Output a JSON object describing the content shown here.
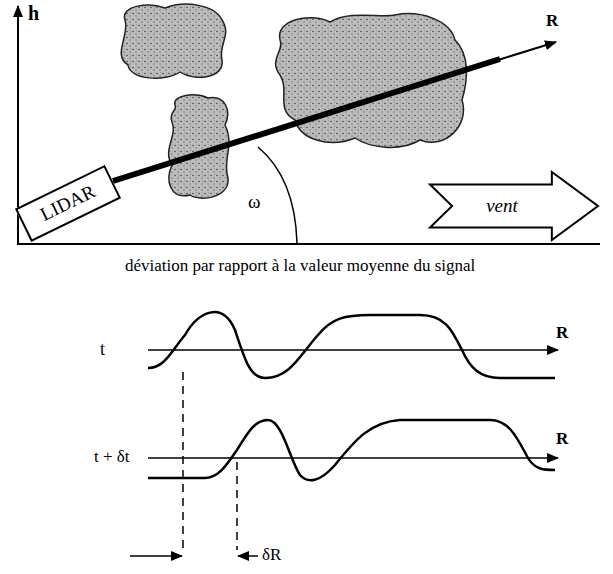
{
  "diagram": {
    "nodes": [
      {
        "text": [
          "LIDAR"
        ]
      },
      {
        "text": [
          "vent"
        ]
      }
    ],
    "labels": [
      "h",
      "R",
      "ω",
      "déviation par rapport à la valeur moyenne du signal",
      "t",
      "R",
      "t + δt",
      "R",
      "δR"
    ]
  }
}
